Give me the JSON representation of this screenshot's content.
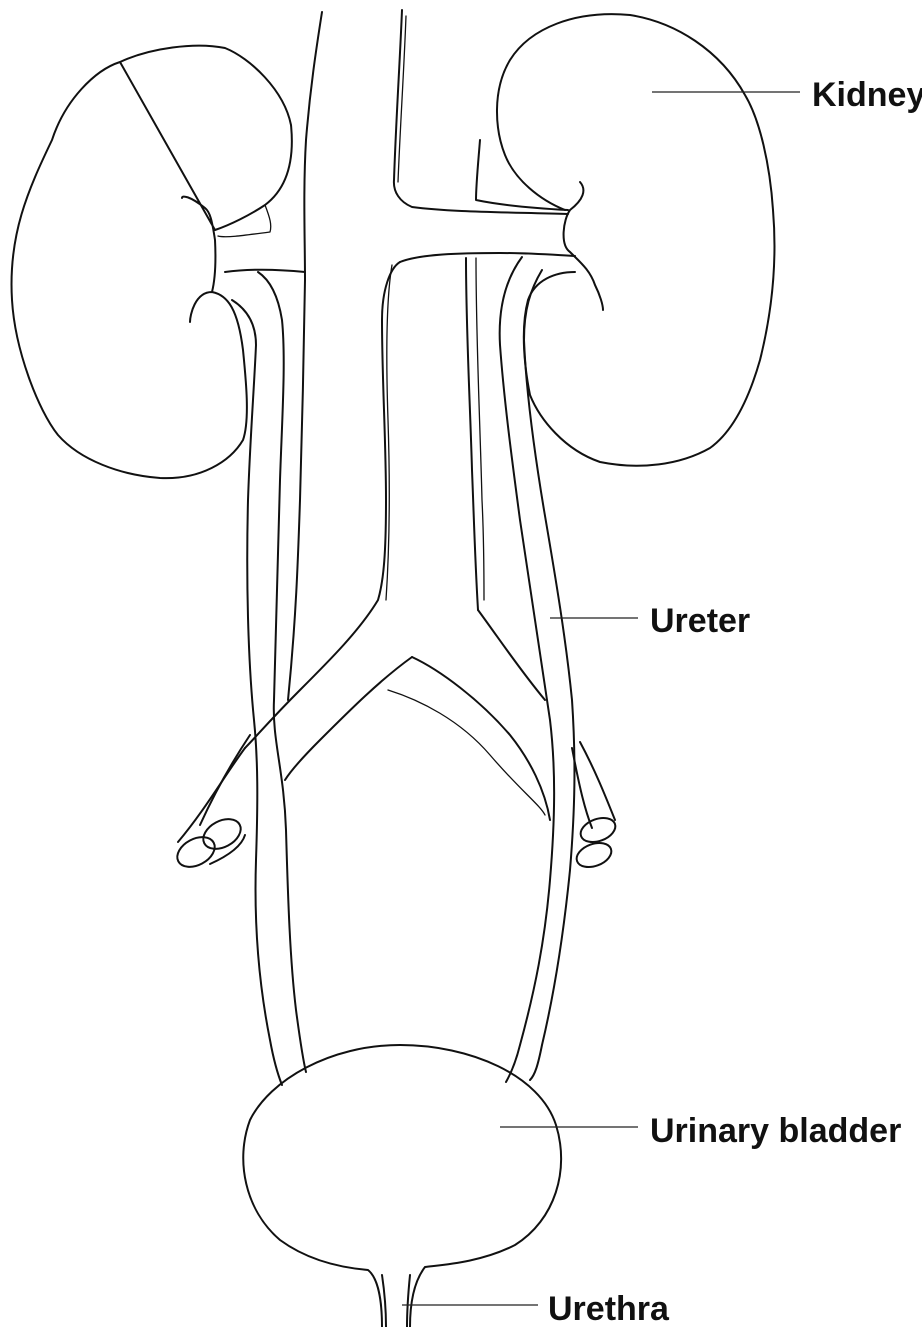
{
  "diagram": {
    "labels": {
      "kidney": "Kidney",
      "ureter": "Ureter",
      "bladder": "Urinary bladder",
      "urethra": "Urethra"
    }
  }
}
